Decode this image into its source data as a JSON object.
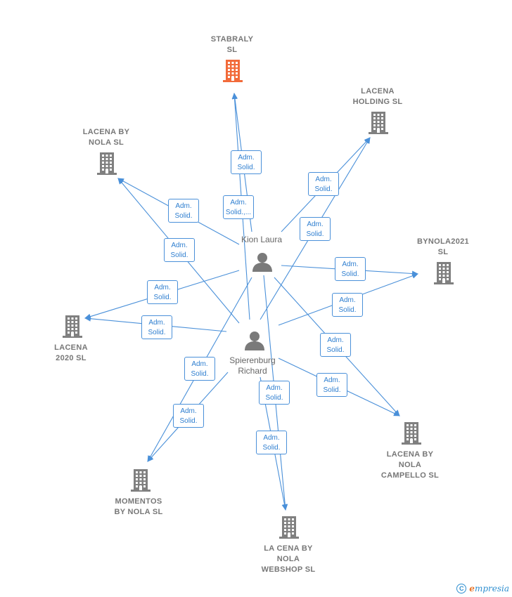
{
  "colors": {
    "edge": "#4a90d9",
    "company": "#808080",
    "company_highlight": "#f26b3a",
    "person": "#7a7a7a"
  },
  "persons": [
    {
      "id": "laura",
      "lines": [
        "Kion Laura"
      ]
    },
    {
      "id": "richard",
      "lines": [
        "Spierenburg",
        "Richard"
      ]
    }
  ],
  "companies": [
    {
      "id": "stabraly",
      "lines": [
        "STABRALY",
        "SL"
      ],
      "highlight": true
    },
    {
      "id": "lacena_holding",
      "lines": [
        "LACENA",
        "HOLDING  SL"
      ],
      "highlight": false
    },
    {
      "id": "lacena_by_nola",
      "lines": [
        "LACENA BY",
        "NOLA  SL"
      ],
      "highlight": false
    },
    {
      "id": "bynola2021",
      "lines": [
        "BYNOLA2021",
        "SL"
      ],
      "highlight": false
    },
    {
      "id": "lacena2020",
      "lines": [
        "LACENA",
        "2020  SL"
      ],
      "highlight": false
    },
    {
      "id": "campello",
      "lines": [
        "LACENA BY",
        "NOLA",
        "CAMPELLO  SL"
      ],
      "highlight": false
    },
    {
      "id": "momentos",
      "lines": [
        "MOMENTOS",
        "BY NOLA  SL"
      ],
      "highlight": false
    },
    {
      "id": "webshop",
      "lines": [
        "LA CENA BY",
        "NOLA",
        "WEBSHOP  SL"
      ],
      "highlight": false
    }
  ],
  "edges": [
    {
      "from": "laura",
      "to": "stabraly",
      "label": [
        "Adm.",
        "Solid."
      ]
    },
    {
      "from": "richard",
      "to": "stabraly",
      "label": [
        "Adm.",
        "Solid.,..."
      ]
    },
    {
      "from": "laura",
      "to": "lacena_holding",
      "label": [
        "Adm.",
        "Solid."
      ]
    },
    {
      "from": "richard",
      "to": "lacena_holding",
      "label": [
        "Adm.",
        "Solid."
      ]
    },
    {
      "from": "laura",
      "to": "lacena_by_nola",
      "label": [
        "Adm.",
        "Solid."
      ]
    },
    {
      "from": "richard",
      "to": "lacena_by_nola",
      "label": [
        "Adm.",
        "Solid."
      ]
    },
    {
      "from": "laura",
      "to": "bynola2021",
      "label": [
        "Adm.",
        "Solid."
      ]
    },
    {
      "from": "richard",
      "to": "bynola2021",
      "label": [
        "Adm.",
        "Solid."
      ]
    },
    {
      "from": "laura",
      "to": "lacena2020",
      "label": [
        "Adm.",
        "Solid."
      ]
    },
    {
      "from": "richard",
      "to": "lacena2020",
      "label": [
        "Adm.",
        "Solid."
      ]
    },
    {
      "from": "laura",
      "to": "campello",
      "label": [
        "Adm.",
        "Solid."
      ]
    },
    {
      "from": "richard",
      "to": "campello",
      "label": [
        "Adm.",
        "Solid."
      ]
    },
    {
      "from": "laura",
      "to": "momentos",
      "label": [
        "Adm.",
        "Solid."
      ]
    },
    {
      "from": "richard",
      "to": "momentos",
      "label": [
        "Adm.",
        "Solid."
      ]
    },
    {
      "from": "laura",
      "to": "webshop",
      "label": [
        "Adm.",
        "Solid."
      ]
    },
    {
      "from": "richard",
      "to": "webshop",
      "label": [
        "Adm.",
        "Solid."
      ]
    }
  ],
  "footer": {
    "copyright_symbol": "C",
    "brand_initial": "e",
    "brand_rest": "mpresia"
  }
}
